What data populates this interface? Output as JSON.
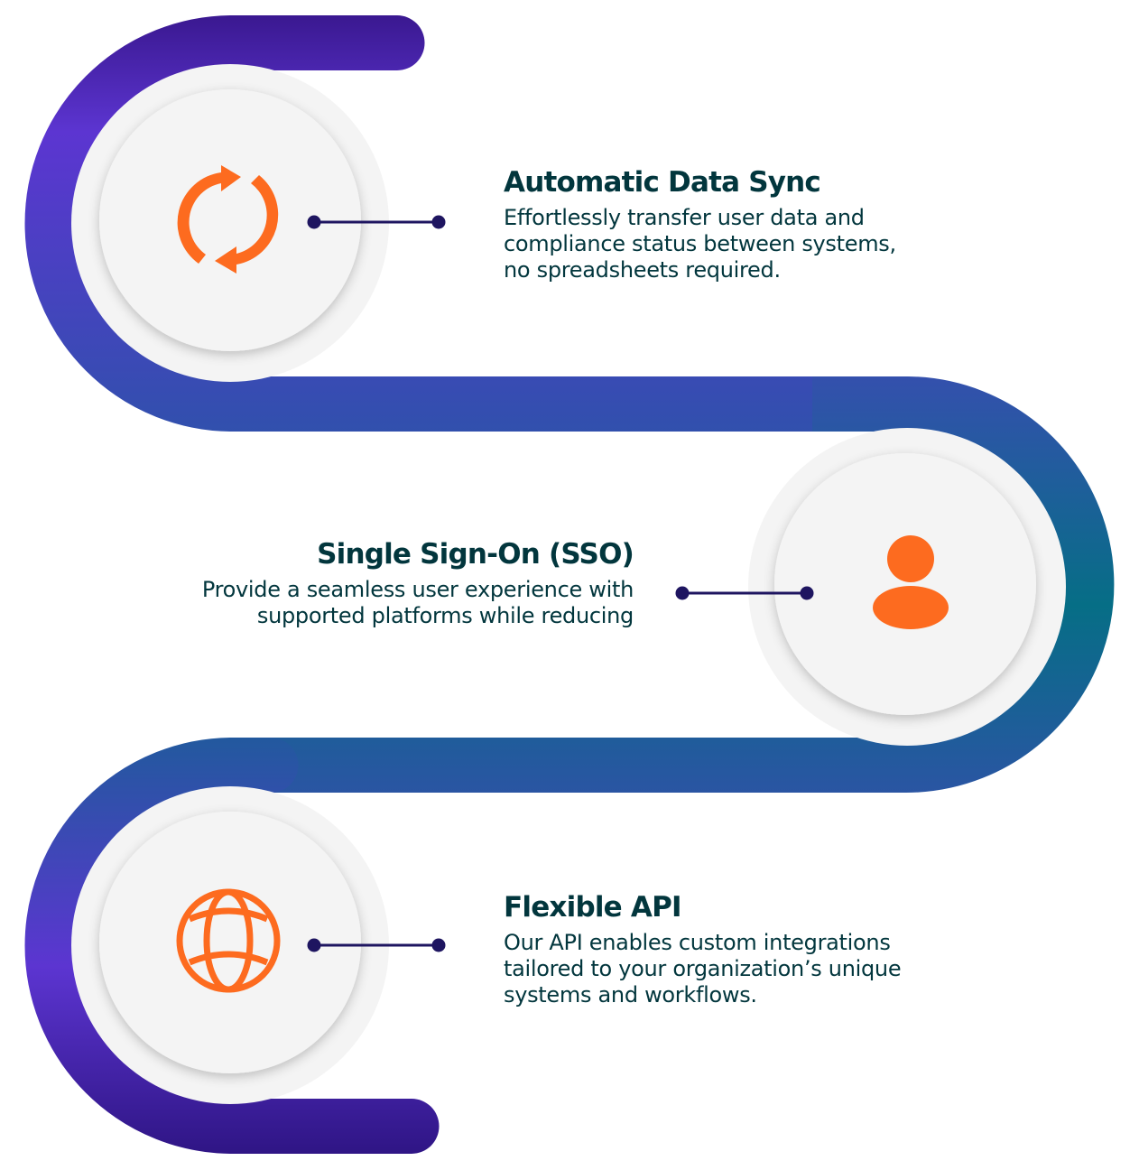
{
  "colors": {
    "path_top": "#3a1890",
    "path_violet": "#5c35d1",
    "path_blue": "#3150ad",
    "path_teal": "#066e86",
    "path_bottom": "#2f1585",
    "disc_outer": "#f4f4f4",
    "disc_inner": "#f4f4f4",
    "icon_orange": "#fd6b1f",
    "connector": "#1e1560",
    "heading_text": "#02363d",
    "body_text": "#02363d"
  },
  "features": [
    {
      "title": "Automatic Data Sync",
      "description": "Effortlessly transfer user data and\ncompliance status between systems,\nno spreadsheets required.",
      "icon": "sync-icon"
    },
    {
      "title": "Single Sign-On (SSO)",
      "description": "Provide a seamless user experience with\nsupported platforms while reducing",
      "icon": "user-icon"
    },
    {
      "title": "Flexible API",
      "description": "Our API enables custom integrations\ntailored to your organization’s unique\nsystems and workflows.",
      "icon": "globe-icon"
    }
  ]
}
